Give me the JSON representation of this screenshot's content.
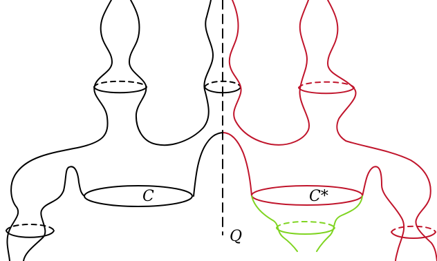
{
  "labels": {
    "curve_c": "C",
    "curve_c_star": "C*",
    "axis_q": "Q"
  },
  "colors": {
    "left_surface": "#000000",
    "right_surface": "#c0142b",
    "capping_disk": "#7fd421"
  }
}
